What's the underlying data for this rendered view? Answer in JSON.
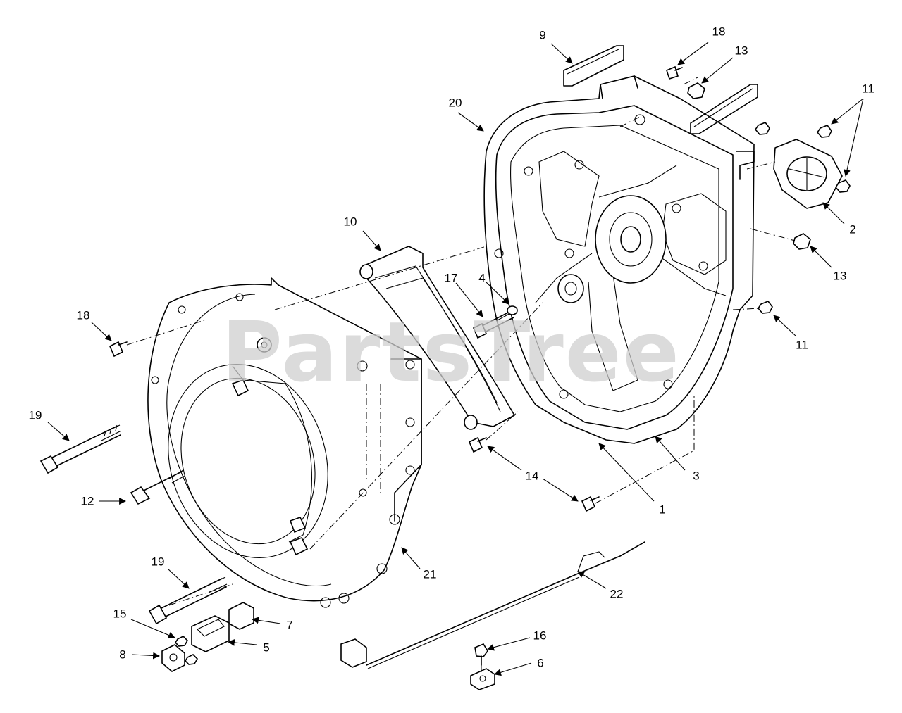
{
  "watermark": "PartsTree",
  "callouts": [
    "9",
    "18",
    "13",
    "11",
    "20",
    "2",
    "13",
    "10",
    "17",
    "4",
    "18",
    "11",
    "19",
    "12",
    "14",
    "3",
    "1",
    "21",
    "19",
    "22",
    "15",
    "7",
    "5",
    "16",
    "8",
    "6"
  ]
}
